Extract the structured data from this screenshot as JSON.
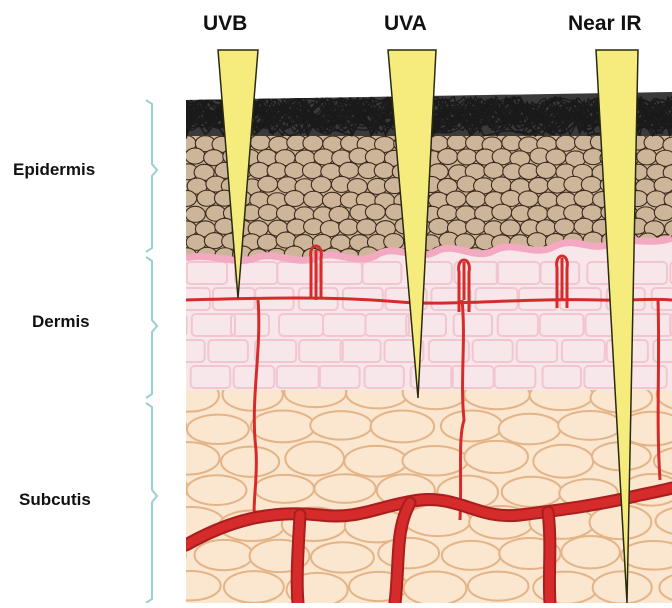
{
  "rays": [
    {
      "label": "UVB",
      "depth_layer": "Dermis (upper)"
    },
    {
      "label": "UVA",
      "depth_layer": "Dermis (lower)"
    },
    {
      "label": "Near IR",
      "depth_layer": "Subcutis"
    }
  ],
  "layers": [
    {
      "label": "Epidermis"
    },
    {
      "label": "Dermis"
    },
    {
      "label": "Subcutis"
    }
  ],
  "colors": {
    "ray_fill": "#f6ec7e",
    "ray_stroke": "#2a2a10",
    "stratum_corneum": "#1a1a1a",
    "epidermis_cells": "#cdb59a",
    "basal_layer": "#f2a9c1",
    "dermis": "#f8e7ea",
    "dermis_grid": "#f1c6cf",
    "subcutis_fat": "#fbe6cf",
    "fat_outline": "#e3b487",
    "vessels": "#d52b2b",
    "bracket": "#9bcfd4"
  }
}
